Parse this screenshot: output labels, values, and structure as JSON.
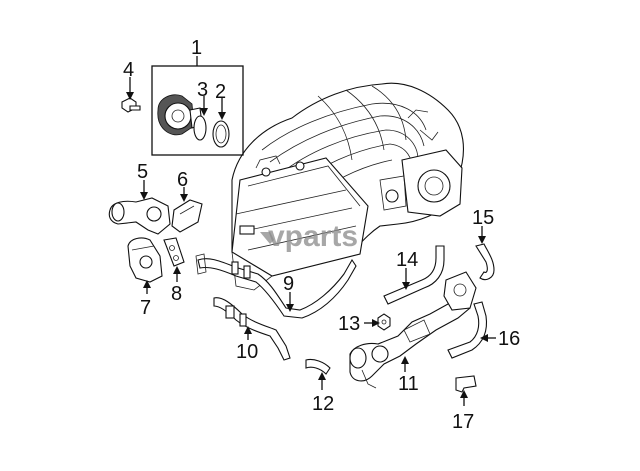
{
  "watermark": "vparts",
  "callouts": [
    {
      "id": "1",
      "label": "1"
    },
    {
      "id": "2",
      "label": "2"
    },
    {
      "id": "3",
      "label": "3"
    },
    {
      "id": "4",
      "label": "4"
    },
    {
      "id": "5",
      "label": "5"
    },
    {
      "id": "6",
      "label": "6"
    },
    {
      "id": "7",
      "label": "7"
    },
    {
      "id": "8",
      "label": "8"
    },
    {
      "id": "9",
      "label": "9"
    },
    {
      "id": "10",
      "label": "10"
    },
    {
      "id": "11",
      "label": "11"
    },
    {
      "id": "12",
      "label": "12"
    },
    {
      "id": "13",
      "label": "13"
    },
    {
      "id": "14",
      "label": "14"
    },
    {
      "id": "15",
      "label": "15"
    },
    {
      "id": "16",
      "label": "16"
    },
    {
      "id": "17",
      "label": "17"
    }
  ]
}
